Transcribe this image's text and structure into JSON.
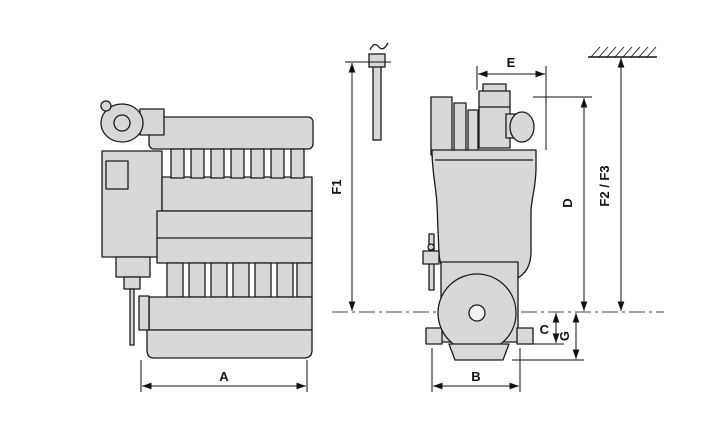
{
  "diagram": {
    "kind": "engine-dimensional-drawing",
    "views": [
      "side-view",
      "front-view"
    ],
    "labels": {
      "A": "A",
      "B": "B",
      "C": "C",
      "D": "D",
      "E": "E",
      "F1": "F1",
      "F2F3": "F2 / F3",
      "G": "G"
    },
    "colors": {
      "background": "#ffffff",
      "part_fill": "#d8d8d8",
      "outline": "#1a1a1a",
      "dimension_line": "#111111"
    }
  }
}
